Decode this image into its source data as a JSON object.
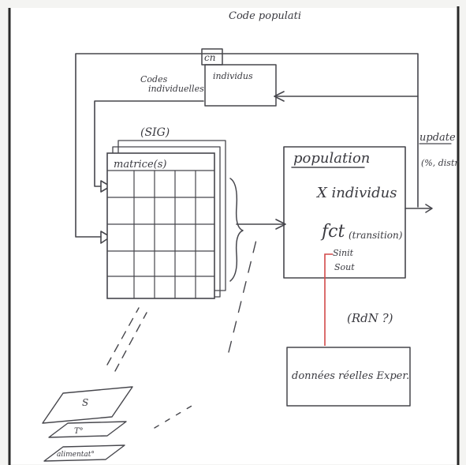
{
  "board": {
    "top_label": "Code populati",
    "codes_label_line1": "Codes",
    "codes_label_line2": "individuelles",
    "cn_label": "cn",
    "individus_box_label": "individus",
    "sig_label": "(SIG)",
    "matrices_label": "matrice(s)",
    "population_title": "population",
    "x_individus": "X individus",
    "fct_label": "fct",
    "transition_label": "(transition)",
    "sinit_label": "Sinit",
    "sout_label": "Sout",
    "rdn_label": "(RdN ?)",
    "update_label": "update",
    "update_sub": "(%, distr",
    "donnees_label": "données réelles Exper.",
    "layer_s": "S",
    "layer_tp": "T°",
    "layer_alim": "alimentat°"
  },
  "colors": {
    "marker": "#46464c",
    "red_marker": "#d24848",
    "border": "#2a2a2a"
  }
}
